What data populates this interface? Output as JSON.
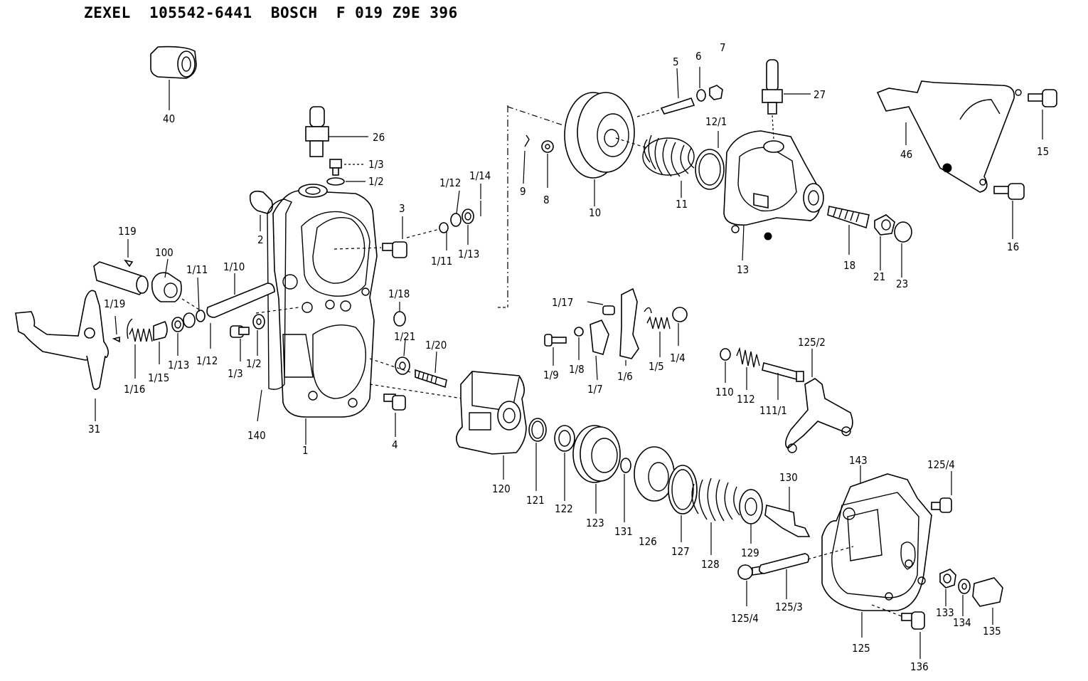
{
  "header": {
    "text": "ZEXEL  105542-6441  BOSCH  F 019 Z9E 396"
  },
  "labels": [
    {
      "id": "40",
      "text": "40"
    },
    {
      "id": "26",
      "text": "26"
    },
    {
      "id": "1-3-top",
      "text": "1/3"
    },
    {
      "id": "1-2-top",
      "text": "1/2"
    },
    {
      "id": "2",
      "text": "2"
    },
    {
      "id": "3",
      "text": "3"
    },
    {
      "id": "1-12-top",
      "text": "1/12"
    },
    {
      "id": "1-14",
      "text": "1/14"
    },
    {
      "id": "1-11-top",
      "text": "1/11"
    },
    {
      "id": "1-13-top",
      "text": "1/13"
    },
    {
      "id": "119",
      "text": "119"
    },
    {
      "id": "100",
      "text": "100"
    },
    {
      "id": "1-11",
      "text": "1/11"
    },
    {
      "id": "1-10",
      "text": "1/10"
    },
    {
      "id": "1-19",
      "text": "1/19"
    },
    {
      "id": "1-16",
      "text": "1/16"
    },
    {
      "id": "1-15",
      "text": "1/15"
    },
    {
      "id": "1-13",
      "text": "1/13"
    },
    {
      "id": "1-12",
      "text": "1/12"
    },
    {
      "id": "1-3",
      "text": "1/3"
    },
    {
      "id": "1-2",
      "text": "1/2"
    },
    {
      "id": "31",
      "text": "31"
    },
    {
      "id": "140",
      "text": "140"
    },
    {
      "id": "1",
      "text": "1"
    },
    {
      "id": "1-18",
      "text": "1/18"
    },
    {
      "id": "1-21",
      "text": "1/21"
    },
    {
      "id": "1-20",
      "text": "1/20"
    },
    {
      "id": "4",
      "text": "4"
    },
    {
      "id": "9",
      "text": "9"
    },
    {
      "id": "8",
      "text": "8"
    },
    {
      "id": "10",
      "text": "10"
    },
    {
      "id": "5",
      "text": "5"
    },
    {
      "id": "6",
      "text": "6"
    },
    {
      "id": "7",
      "text": "7"
    },
    {
      "id": "11",
      "text": "11"
    },
    {
      "id": "12-1",
      "text": "12/1"
    },
    {
      "id": "27",
      "text": "27"
    },
    {
      "id": "13",
      "text": "13"
    },
    {
      "id": "18",
      "text": "18"
    },
    {
      "id": "21",
      "text": "21"
    },
    {
      "id": "23",
      "text": "23"
    },
    {
      "id": "46",
      "text": "46"
    },
    {
      "id": "15",
      "text": "15"
    },
    {
      "id": "16",
      "text": "16"
    },
    {
      "id": "1-17",
      "text": "1/17"
    },
    {
      "id": "1-9",
      "text": "1/9"
    },
    {
      "id": "1-8",
      "text": "1/8"
    },
    {
      "id": "1-7",
      "text": "1/7"
    },
    {
      "id": "1-6",
      "text": "1/6"
    },
    {
      "id": "1-5",
      "text": "1/5"
    },
    {
      "id": "1-4",
      "text": "1/4"
    },
    {
      "id": "125-2",
      "text": "125/2"
    },
    {
      "id": "110",
      "text": "110"
    },
    {
      "id": "112",
      "text": "112"
    },
    {
      "id": "111-1",
      "text": "111/1"
    },
    {
      "id": "120",
      "text": "120"
    },
    {
      "id": "121",
      "text": "121"
    },
    {
      "id": "122",
      "text": "122"
    },
    {
      "id": "123",
      "text": "123"
    },
    {
      "id": "131",
      "text": "131"
    },
    {
      "id": "126",
      "text": "126"
    },
    {
      "id": "127",
      "text": "127"
    },
    {
      "id": "128",
      "text": "128"
    },
    {
      "id": "129",
      "text": "129"
    },
    {
      "id": "130",
      "text": "130"
    },
    {
      "id": "143",
      "text": "143"
    },
    {
      "id": "125-4-top",
      "text": "125/4"
    },
    {
      "id": "125-4",
      "text": "125/4"
    },
    {
      "id": "125-3",
      "text": "125/3"
    },
    {
      "id": "125",
      "text": "125"
    },
    {
      "id": "133",
      "text": "133"
    },
    {
      "id": "134",
      "text": "134"
    },
    {
      "id": "135",
      "text": "135"
    },
    {
      "id": "136",
      "text": "136"
    }
  ]
}
